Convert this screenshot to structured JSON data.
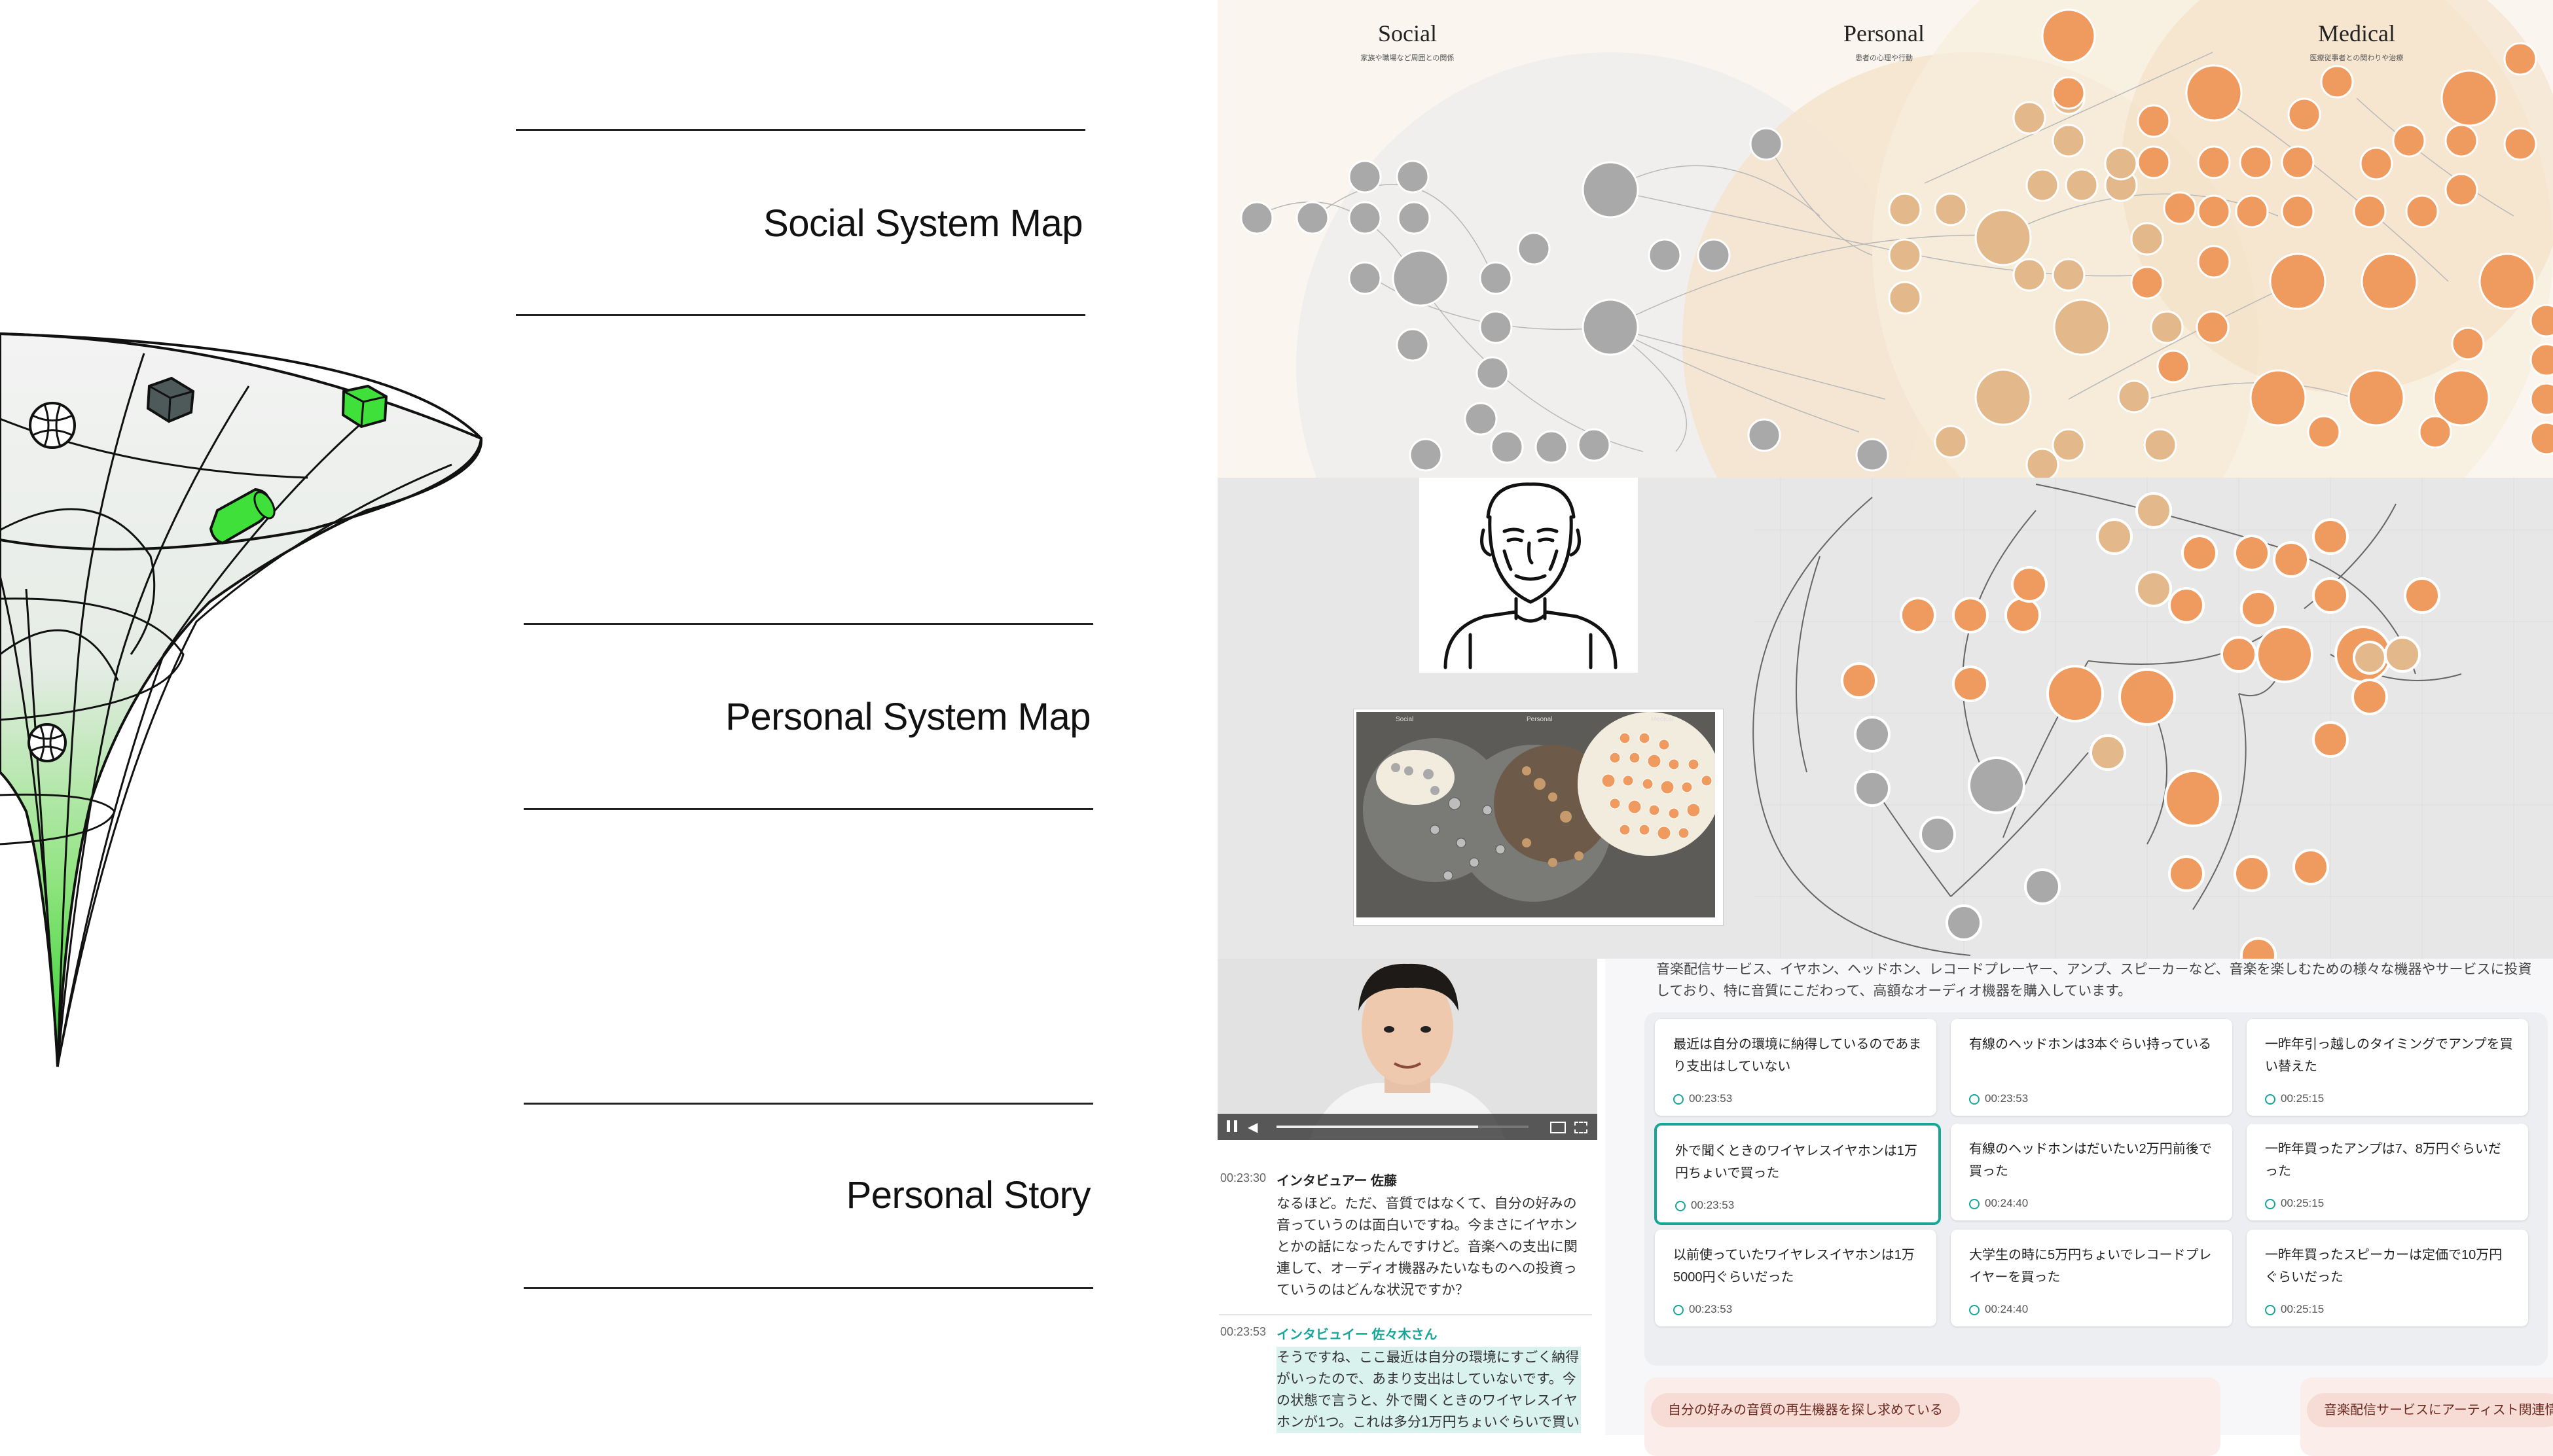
{
  "labels": {
    "social": "Social System Map",
    "personal": "Personal System Map",
    "story": "Personal Story"
  },
  "map_columns": [
    {
      "title": "Social",
      "subtitle": "家族や職場など周囲との関係"
    },
    {
      "title": "Personal",
      "subtitle": "患者の心理や行動"
    },
    {
      "title": "Medical",
      "subtitle": "医療従事者との関わりや治療"
    }
  ],
  "overview_columns": [
    "Social",
    "Personal",
    "Medical"
  ],
  "video": {
    "time_left": "",
    "time_right": ""
  },
  "transcript": [
    {
      "time": "00:23:30",
      "speaker": "インタビュアー 佐藤",
      "text": "なるほど。ただ、音質ではなくて、自分の好みの音っていうのは面白いですね。今まさにイヤホンとかの話になったんですけど。音楽への支出に関連して、オーディオ機器みたいなものへの投資っていうのはどんな状況ですか？"
    },
    {
      "time": "00:23:53",
      "speaker": "インタビュイー 佐々木さん",
      "text": "そうですね、ここ最近は自分の環境にすごく納得がいったので、あまり支出はしていないです。今の状態で言うと、外で聞くときのワイヤレスイヤホンが1つ。これは多分1万円ちょいぐらいで買い"
    }
  ],
  "summary": "音楽配信サービス、イヤホン、ヘッドホン、レコードプレーヤー、アンプ、スピーカーなど、音楽を楽しむための様々な機器やサービスに投資しており、特に音質にこだわって、高額なオーディオ機器を購入しています。",
  "cards": [
    {
      "text": "最近は自分の環境に納得しているのであまり支出はしていない",
      "time": "00:23:53"
    },
    {
      "text": "有線のヘッドホンは3本ぐらい持っている",
      "time": "00:23:53"
    },
    {
      "text": "一昨年引っ越しのタイミングでアンプを買い替えた",
      "time": "00:25:15"
    },
    {
      "text": "外で聞くときのワイヤレスイヤホンは1万円ちょいで買った",
      "time": "00:23:53"
    },
    {
      "text": "有線のヘッドホンはだいたい2万円前後で買った",
      "time": "00:24:40"
    },
    {
      "text": "一昨年買ったアンプは7、8万円ぐらいだった",
      "time": "00:25:15"
    },
    {
      "text": "以前使っていたワイヤレスイヤホンは1万5000円ぐらいだった",
      "time": "00:23:53"
    },
    {
      "text": "大学生の時に5万円ちょいでレコードプレイヤーを買った",
      "time": "00:24:40"
    },
    {
      "text": "一昨年買ったスピーカーは定価で10万円ぐらいだった",
      "time": "00:25:15"
    }
  ],
  "tags": [
    "自分の好みの音質の再生機器を探し求めている",
    "音楽配信サービスにアーティスト関連情"
  ],
  "colors": {
    "accent_teal": "#17a597",
    "node_orange": "#ef9a5e",
    "node_tan": "#e3b98c",
    "node_gray": "#a9a9a9",
    "funnel_green": "#44e03a"
  }
}
